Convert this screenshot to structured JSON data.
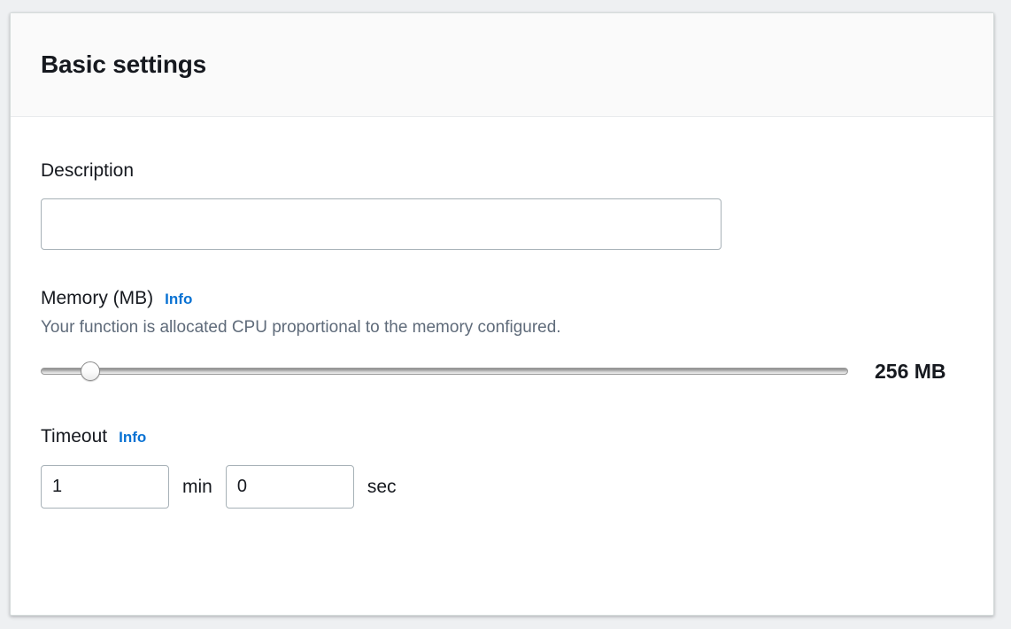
{
  "card": {
    "title": "Basic settings"
  },
  "description": {
    "label": "Description",
    "value": "",
    "placeholder": ""
  },
  "memory": {
    "label": "Memory (MB)",
    "info_label": "Info",
    "help_text": "Your function is allocated CPU proportional to the memory configured.",
    "value_label": "256 MB",
    "value": 256,
    "slider_percent": 5
  },
  "timeout": {
    "label": "Timeout",
    "info_label": "Info",
    "minutes_value": "1",
    "minutes_unit": "min",
    "seconds_value": "0",
    "seconds_unit": "sec"
  },
  "colors": {
    "link_blue": "#0972d3",
    "text_primary": "#16191f",
    "text_secondary": "#5f6b7a",
    "input_border": "#a7b1b7",
    "card_border": "#d5dbdb",
    "header_bg": "#fafafa",
    "page_bg": "#eef0f2"
  }
}
